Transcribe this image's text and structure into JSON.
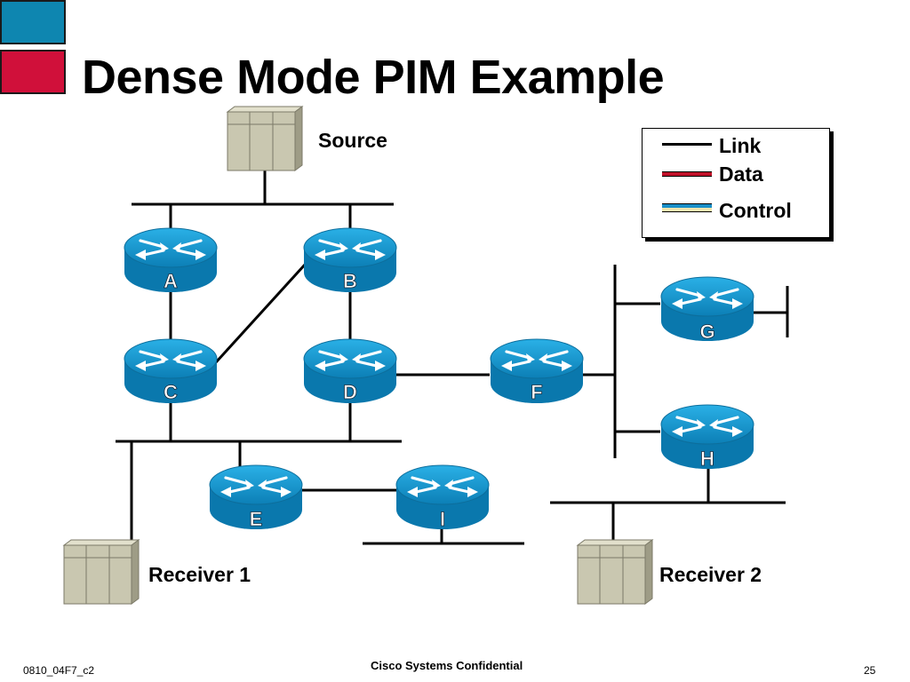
{
  "title": "Dense Mode PIM Example",
  "labels": {
    "source": "Source",
    "receiver1": "Receiver 1",
    "receiver2": "Receiver 2"
  },
  "legend": {
    "link": "Link",
    "data": "Data",
    "control": "Control"
  },
  "routers": [
    {
      "id": "a",
      "label": "A"
    },
    {
      "id": "b",
      "label": "B"
    },
    {
      "id": "c",
      "label": "C"
    },
    {
      "id": "d",
      "label": "D"
    },
    {
      "id": "f",
      "label": "F"
    },
    {
      "id": "g",
      "label": "G"
    },
    {
      "id": "h",
      "label": "H"
    },
    {
      "id": "e",
      "label": "E"
    },
    {
      "id": "i",
      "label": "I"
    }
  ],
  "footer": {
    "left": "0810_04F7_c2",
    "center": "Cisco Systems Confidential",
    "right": "25"
  },
  "colors": {
    "corner_top": "#0e86b0",
    "corner_bottom": "#d0103a",
    "router": "#1492c8",
    "data_line": "#c0102a",
    "control_line": "#1a8fc8",
    "control_line_alt": "#f3e6b0",
    "server": "#c9c7b0"
  }
}
